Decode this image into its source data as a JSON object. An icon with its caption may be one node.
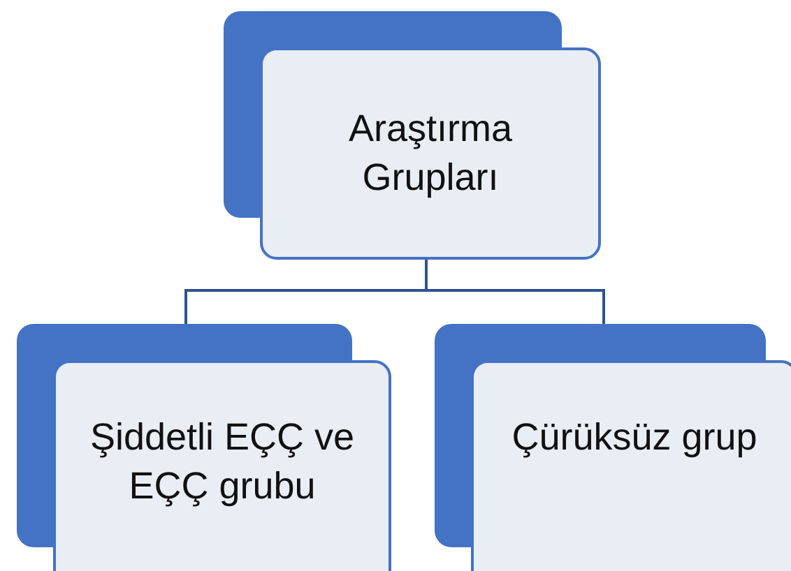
{
  "diagram": {
    "nodes": [
      {
        "text": [
          "Araştırma Grupları"
        ]
      },
      {
        "text": [
          "Şiddetli EÇÇ ve EÇÇ grubu"
        ]
      },
      {
        "text": [
          "Çürüksüz grup"
        ]
      }
    ],
    "edges": [
      {
        "from": 0,
        "to": 1,
        "arrow": "none"
      },
      {
        "from": 0,
        "to": 2,
        "arrow": "none"
      }
    ]
  }
}
